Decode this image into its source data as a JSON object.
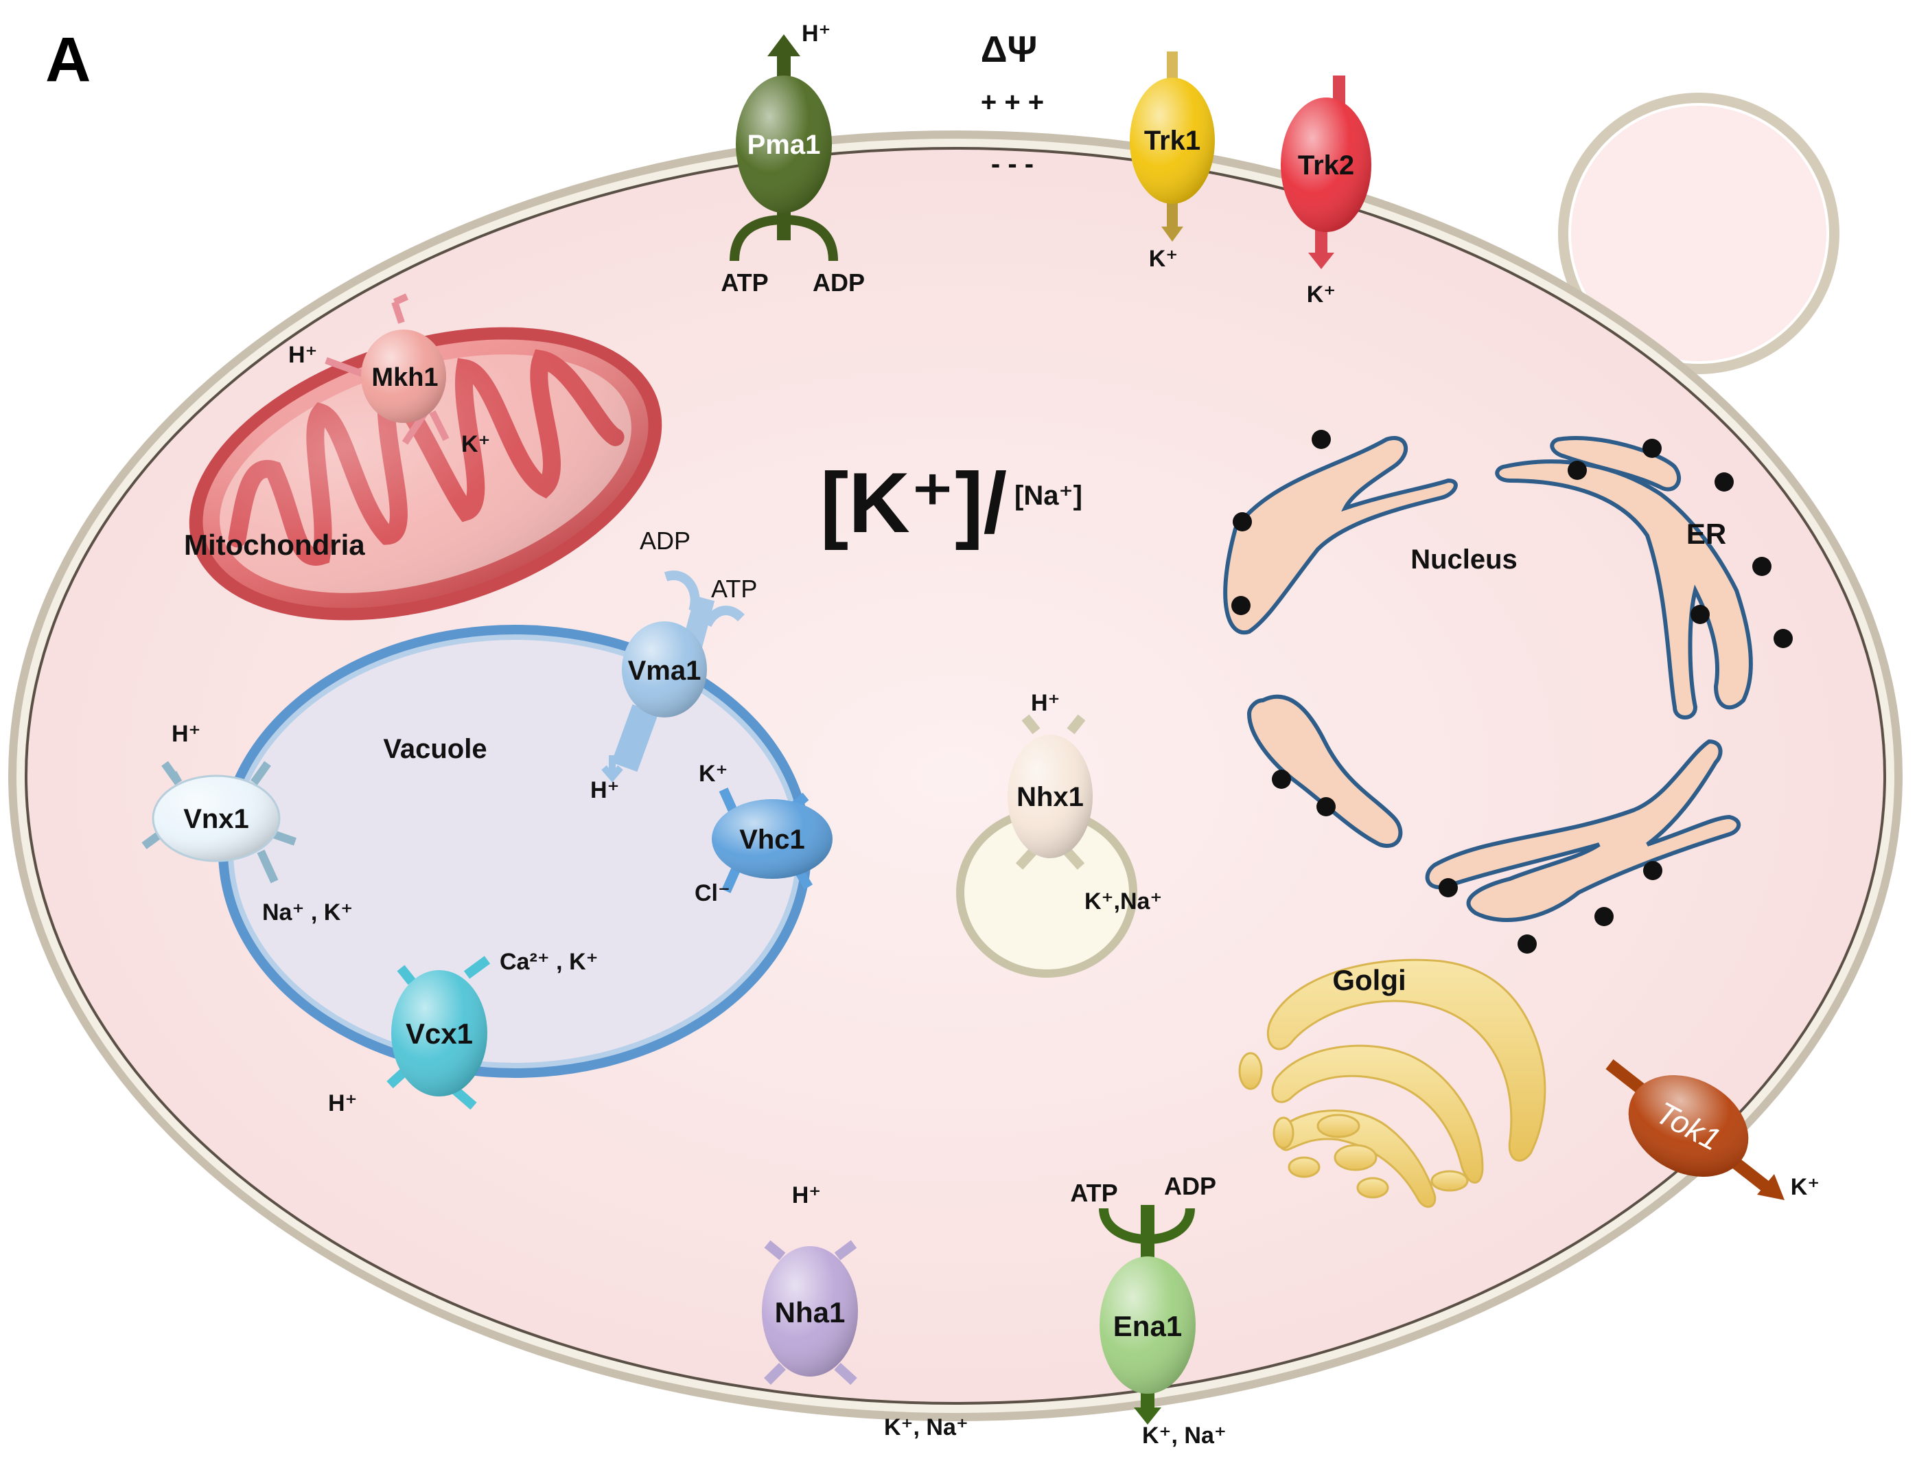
{
  "panel_label": "A",
  "cell_text": {
    "k_ratio_big": "[K⁺]/",
    "na_small": "[Na⁺]",
    "delta_psi": "ΔΨ",
    "plus_signs": "+ + +",
    "minus_signs": "- - -"
  },
  "organelles": {
    "mitochondria": "Mitochondria",
    "vacuole": "Vacuole",
    "nucleus": "Nucleus",
    "er": "ER",
    "golgi": "Golgi"
  },
  "transporters": {
    "pma1": {
      "name": "Pma1",
      "top": "H⁺",
      "left": "ATP",
      "right": "ADP"
    },
    "trk1": {
      "name": "Trk1",
      "ion": "K⁺"
    },
    "trk2": {
      "name": "Trk2",
      "ion": "K⁺"
    },
    "mkh1": {
      "name": "Mkh1",
      "ion_a": "H⁺",
      "ion_b": "K⁺"
    },
    "vma1": {
      "name": "Vma1",
      "adp": "ADP",
      "atp": "ATP",
      "h": "H⁺"
    },
    "vnx1": {
      "name": "Vnx1",
      "h": "H⁺",
      "ions": "Na⁺ , K⁺"
    },
    "vhc1": {
      "name": "Vhc1",
      "k": "K⁺",
      "cl": "Cl⁻"
    },
    "vcx1": {
      "name": "Vcx1",
      "ions": "Ca²⁺ , K⁺",
      "h": "H⁺"
    },
    "nhx1": {
      "name": "Nhx1",
      "h": "H⁺",
      "ions": "K⁺,Na⁺"
    },
    "nha1": {
      "name": "Nha1",
      "h": "H⁺",
      "ions": "K⁺, Na⁺"
    },
    "ena1": {
      "name": "Ena1",
      "atp": "ATP",
      "adp": "ADP",
      "ions": "K⁺, Na⁺"
    },
    "tok1": {
      "name": "Tok1",
      "ion": "K⁺"
    }
  },
  "colors": {
    "cytoplasm": "#fbe4e4",
    "membrane": "#d9cfc0",
    "vacuole_fill": "#e6e3f0",
    "vacuole_edge": "#5b96cf",
    "mito": "#e8787a",
    "er": "#f7d2bd",
    "er_edge": "#2f5d8a",
    "golgi": "#f3d98a",
    "pma1": "#4e6b22",
    "trk1": "#f2c40c",
    "trk2": "#e8303c",
    "mkh1": "#f0a09a",
    "vma1": "#9cc3e6",
    "vnx1": "#e9f4fb",
    "vhc1": "#5b9fdc",
    "vcx1": "#4fc4d6",
    "nhx1": "#f6e6d8",
    "nha1": "#bca7d8",
    "ena1": "#9fd081",
    "tok1": "#b5410c"
  }
}
